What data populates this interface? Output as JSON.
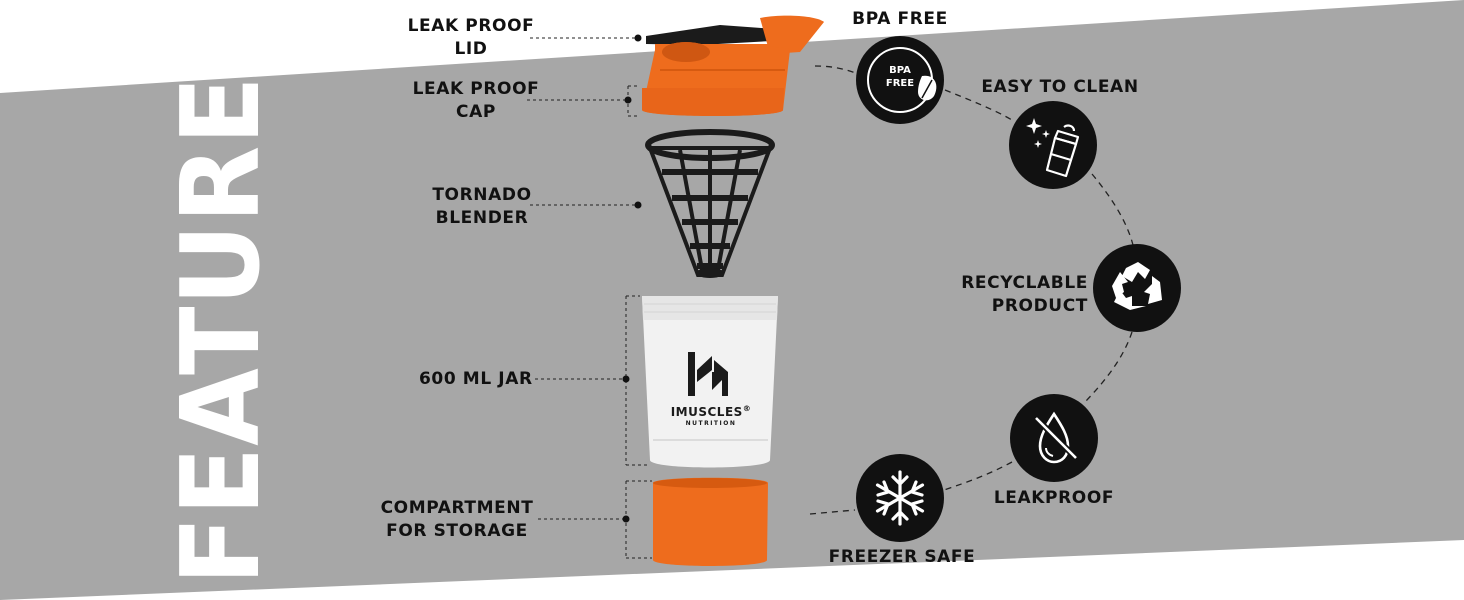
{
  "title": "FEATURES",
  "colors": {
    "band": "#a7a7a7",
    "accent": "#ee6c1d",
    "ink": "#111111",
    "jar": "#f2f2f2"
  },
  "parts": [
    {
      "id": "lid",
      "lines": [
        "LEAK PROOF",
        "LID"
      ]
    },
    {
      "id": "cap",
      "lines": [
        "LEAK PROOF",
        "CAP"
      ]
    },
    {
      "id": "blender",
      "lines": [
        "TORNADO",
        "BLENDER"
      ]
    },
    {
      "id": "jar",
      "lines": [
        "600 ML JAR"
      ]
    },
    {
      "id": "storage",
      "lines": [
        "COMPARTMENT",
        "FOR STORAGE"
      ]
    }
  ],
  "brand": {
    "name": "IMUSCLES",
    "sub": "NUTRITION",
    "reg": "®"
  },
  "features": [
    {
      "label": [
        "BPA FREE"
      ],
      "icon": "bpa-free-leaf-icon",
      "badge": [
        "BPA",
        "FREE"
      ]
    },
    {
      "label": [
        "EASY TO CLEAN"
      ],
      "icon": "sparkling-shaker-icon"
    },
    {
      "label": [
        "RECYCLABLE",
        "PRODUCT"
      ],
      "icon": "recycle-icon"
    },
    {
      "label": [
        "LEAKPROOF"
      ],
      "icon": "crossed-drop-icon"
    },
    {
      "label": [
        "FREEZER SAFE"
      ],
      "icon": "snowflake-icon"
    }
  ]
}
